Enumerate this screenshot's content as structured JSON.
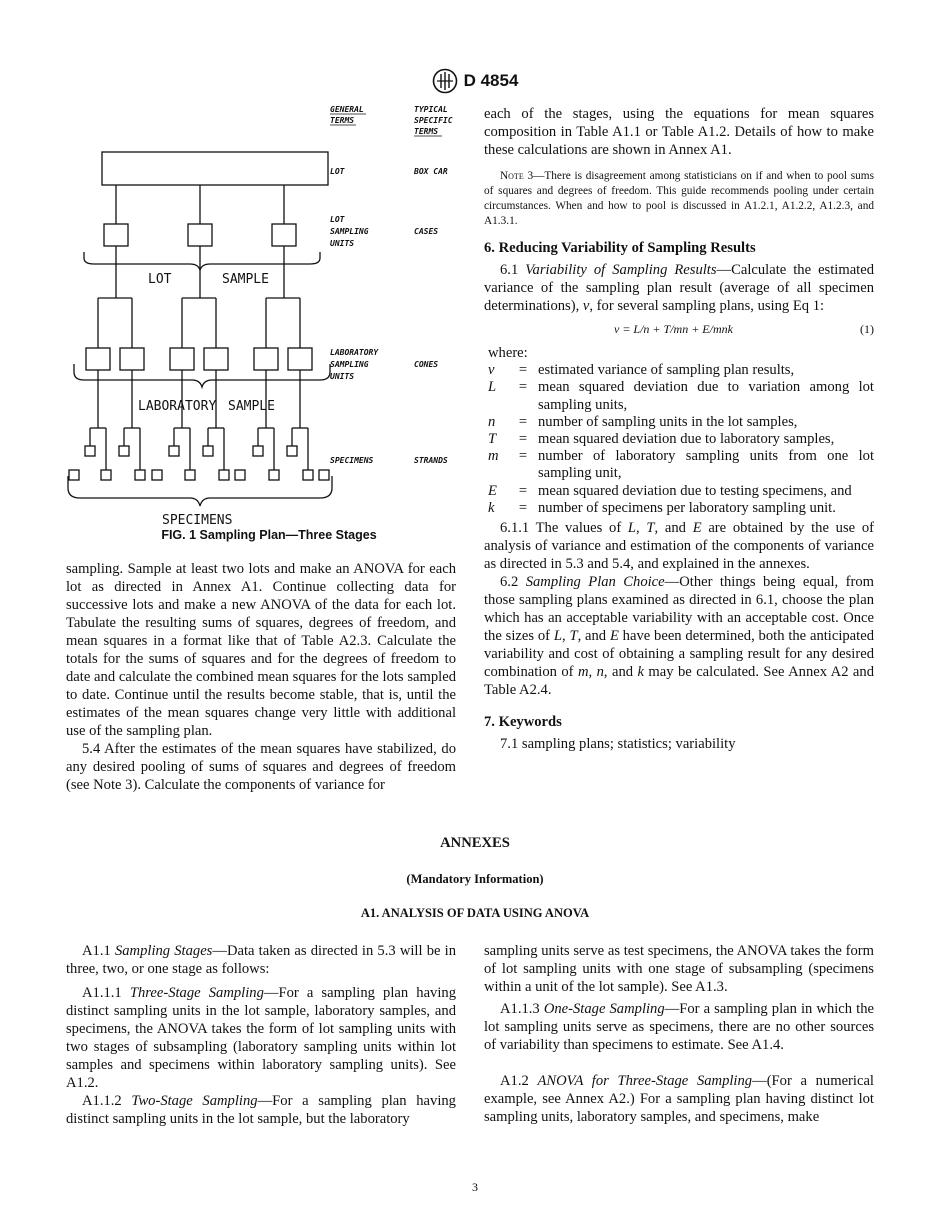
{
  "header": {
    "doc_id": "D 4854",
    "logo": "astm-logo-icon"
  },
  "figure": {
    "caption": "FIG. 1 Sampling Plan—Three Stages",
    "col_general_line1": "GENERAL",
    "col_general_line2": "TERMS",
    "col_typical_line1": "TYPICAL",
    "col_typical_line2": "SPECIFIC",
    "col_typical_line3": "TERMS",
    "label_lot": "LOT",
    "label_box_car": "BOX CAR",
    "label_lsu_1": "LOT",
    "label_lsu_2": "SAMPLING",
    "label_lsu_3": "UNITS",
    "label_cases": "CASES",
    "label_lab_1": "LABORATORY",
    "label_lab_2": "SAMPLING",
    "label_lab_3": "UNITS",
    "label_cones": "CONES",
    "label_specimens": "SPECIMENS",
    "label_strands": "STRANDS",
    "big_lot": "LOT",
    "big_sample": "SAMPLE",
    "big_lab": "LABORATORY",
    "big_lab_sample": "SAMPLE",
    "big_specimens": "SPECIMENS"
  },
  "left_col": {
    "p1": "sampling. Sample at least two lots and make an ANOVA for each lot as directed in Annex A1. Continue collecting data for successive lots and make a new ANOVA of the data for each lot. Tabulate the resulting sums of squares, degrees of freedom, and mean squares in a format like that of Table A2.3. Calculate the totals for the sums of squares and for the degrees of freedom to date and calculate the combined mean squares for the lots sampled to date. Continue until the results become stable, that is, until the estimates of the mean squares change very little with additional use of the sampling plan.",
    "p2": "5.4 After the estimates of the mean squares have stabilized, do any desired pooling of sums of squares and degrees of freedom (see Note 3). Calculate the components of variance for"
  },
  "right_col": {
    "p1": "each of the stages, using the equations for mean squares composition in Table A1.1 or Table A1.2. Details of how to make these calculations are shown in Annex A1.",
    "note_label": "Note",
    "note_text": " 3—There is disagreement among statisticians on if and when to pool sums of squares and degrees of freedom. This guide recommends pooling under certain circumstances. When and how to pool is discussed in A1.2.1, A1.2.2, A1.2.3, and A1.3.1.",
    "sec6_head": "6. Reducing Variability of Sampling Results",
    "s61_num": "6.1 ",
    "s61_title": "Variability of Sampling Results",
    "s61_text_a": "—Calculate the estimated variance of the sampling plan result (average of all specimen determinations), ",
    "s61_var": "v",
    "s61_text_b": ", for several sampling plans, using Eq 1:",
    "equation": "v = L/n + T/mn + E/mnk",
    "equation_num": "(1)",
    "where": "where:",
    "defs": [
      {
        "sym": "v",
        "eq": "=",
        "text": "estimated variance of sampling plan results,"
      },
      {
        "sym": "L",
        "eq": "=",
        "text": "mean squared deviation due to variation among lot sampling units,"
      },
      {
        "sym": "n",
        "eq": "=",
        "text": "number of sampling units in the lot samples,"
      },
      {
        "sym": "T",
        "eq": "=",
        "text": "mean squared deviation due to laboratory samples,"
      },
      {
        "sym": "m",
        "eq": "=",
        "text": "number of laboratory sampling units from one lot sampling unit,"
      },
      {
        "sym": "E",
        "eq": "=",
        "text": "mean squared deviation due to testing specimens, and"
      },
      {
        "sym": "k",
        "eq": "=",
        "text": "number of specimens per laboratory sampling unit."
      }
    ],
    "s611_a": "6.1.1 The values of ",
    "s611_L": "L",
    "s611_b": ", ",
    "s611_T": "T",
    "s611_c": ", and ",
    "s611_E": "E",
    "s611_d": " are obtained by the use of analysis of variance and estimation of the components of variance as directed in 5.3 and 5.4, and explained in the annexes.",
    "s62_num": "6.2 ",
    "s62_title": "Sampling Plan Choice",
    "s62_a": "—Other things being equal, from those sampling plans examined as directed in 6.1, choose the plan which has an acceptable variability with an acceptable cost. Once the sizes of ",
    "s62_L": "L",
    "s62_b": ", ",
    "s62_T": "T",
    "s62_c": ", and ",
    "s62_E": "E",
    "s62_d": " have been determined, both the anticipated variability and cost of obtaining a sampling result for any desired combination of ",
    "s62_m": "m",
    "s62_e": ", ",
    "s62_n": "n",
    "s62_f": ", and ",
    "s62_k": "k",
    "s62_g": " may be calculated. See Annex A2 and Table A2.4.",
    "sec7_head": "7. Keywords",
    "s71": "7.1 sampling plans; statistics; variability"
  },
  "annex": {
    "title": "ANNEXES",
    "subtitle": "(Mandatory Information)",
    "a1_title": "A1. ANALYSIS OF DATA USING ANOVA",
    "left": {
      "a11_num": "A1.1 ",
      "a11_title": "Sampling Stages",
      "a11_text": "—Data taken as directed in 5.3 will be in three, two, or one stage as follows:",
      "a111_num": "A1.1.1 ",
      "a111_title": "Three-Stage Sampling",
      "a111_text": "—For a sampling plan having distinct sampling units in the lot sample, laboratory samples, and specimens, the ANOVA takes the form of lot sampling units with two stages of subsampling (laboratory sampling units within lot samples and specimens within laboratory sampling units). See A1.2.",
      "a112_num": "A1.1.2 ",
      "a112_title": "Two-Stage Sampling",
      "a112_text": "—For a sampling plan having distinct sampling units in the lot sample, but the laboratory"
    },
    "right": {
      "p1": "sampling units serve as test specimens, the ANOVA takes the form of lot sampling units with one stage of subsampling (specimens within a unit of the lot sample). See A1.3.",
      "a113_num": "A1.1.3 ",
      "a113_title": "One-Stage Sampling",
      "a113_text": "—For a sampling plan in which the lot sampling units serve as specimens, there are no other sources of variability than specimens to estimate. See A1.4.",
      "a12_num": "A1.2 ",
      "a12_title": "ANOVA for Three-Stage Sampling",
      "a12_text": "—(For a numerical example, see Annex A2.) For a sampling plan having distinct lot sampling units, laboratory samples, and specimens, make"
    }
  },
  "page_number": "3"
}
